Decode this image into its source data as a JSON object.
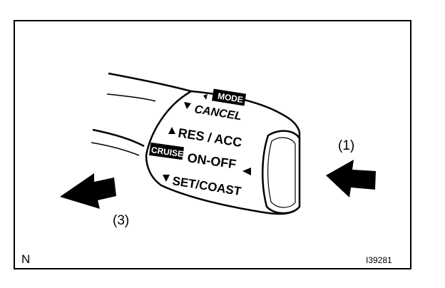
{
  "switch_labels": {
    "mode": "MODE",
    "cancel": "CANCEL",
    "res_acc": "RES / ACC",
    "cruise": "CRUISE",
    "on_off": "ON-OFF",
    "set_coast": "SET/COAST"
  },
  "callouts": {
    "push_button": "(1)",
    "pull_direction": "(3)"
  },
  "corner_letter": "N",
  "figure_id": "I39281",
  "colors": {
    "ink": "#000000",
    "paper": "#ffffff"
  },
  "icons": {
    "push_arrow": "left-arrow-icon",
    "pull_arrow": "left-arrow-icon"
  }
}
